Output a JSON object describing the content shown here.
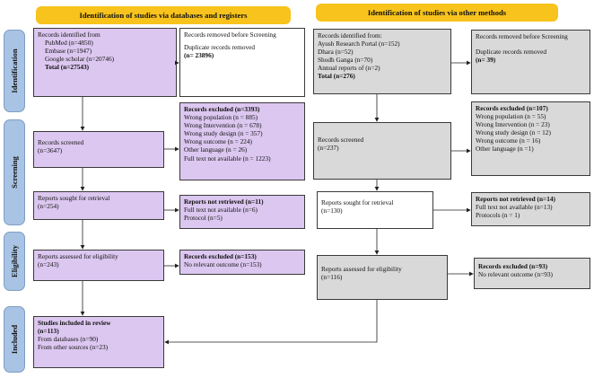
{
  "headers": {
    "left": "Identification of studies via databases and registers",
    "right": "Identification of studies via other methods"
  },
  "phases": [
    "Identification",
    "Screening",
    "Eligibility",
    "Included"
  ],
  "left": {
    "records_identified": {
      "title": "Records identified from",
      "sources": [
        "PubMed (n=4850)",
        "Embase (n=1947)",
        "Google scholar (n=20746)"
      ],
      "total": "Total (n=27543)"
    },
    "records_removed": {
      "title": "Records removed before Screening",
      "duplicates": "Duplicate records removed",
      "count": "(n= 23896)"
    },
    "records_screened": {
      "title": "Records screened",
      "count": "(n=3647)"
    },
    "records_excluded": {
      "title": "Records excluded (n=3393)",
      "reasons": [
        "Wrong population (n = 885)",
        "Wrong Intervention (n = 678)",
        "Wrong study design (n = 357)",
        "Wrong outcome (n = 224)",
        "Other language (n = 26)",
        "Full text not available (n = 1223)"
      ]
    },
    "reports_sought": {
      "title": "Reports sought for retrieval",
      "count": "(n=254)"
    },
    "reports_not_retrieved": {
      "title": "Reports not retrieved (n=11)",
      "reasons": [
        "Full text not available (n=6)",
        "Protocol (n=5)"
      ]
    },
    "reports_assessed": {
      "title": "Reports assessed for eligibility",
      "count": "(n=243)"
    },
    "records_excluded_eligibility": {
      "title": "Records excluded (n=153)",
      "reasons": [
        "No relevant outcome (n=153)"
      ]
    },
    "included": {
      "title": "Studies included in review",
      "count": "(n=113)",
      "from_databases": "From databases (n=90)",
      "from_other": "From other sources (n=23)"
    }
  },
  "right": {
    "records_identified": {
      "title": "Records identified from:",
      "sources": [
        "Ayush Research Portal (n=152)",
        "Dhara (n=52)",
        "Shodh Ganga (n=70)",
        "Annual reports of (n=2)"
      ],
      "total": "Total (n=276)"
    },
    "records_removed": {
      "title": "Records removed before Screening",
      "duplicates": "Duplicate records removed",
      "count": "(n= 39)"
    },
    "records_screened": {
      "title": "Records screened",
      "count": "(n=237)"
    },
    "records_excluded": {
      "title": "Records excluded (n=107)",
      "reasons": [
        "Wrong population (n = 55)",
        "Wrong Intervention (n = 23)",
        "Wrong study design (n = 12)",
        "Wrong outcome (n = 16)",
        "Other language (n =1)"
      ]
    },
    "reports_sought": {
      "title": "Reports sought for retrieval",
      "count": "(n=130)"
    },
    "reports_not_retrieved": {
      "title": "Reports not retrieved (n=14)",
      "reasons": [
        "Full text not available (n=13)",
        "Protocols (n = 1)"
      ]
    },
    "reports_assessed": {
      "title": "Reports assessed for eligibility",
      "count": "(n=116)"
    },
    "records_excluded_eligibility": {
      "title": "Records excluded (n=93)",
      "reasons": [
        "No relevant outcome (n=93)"
      ]
    }
  }
}
